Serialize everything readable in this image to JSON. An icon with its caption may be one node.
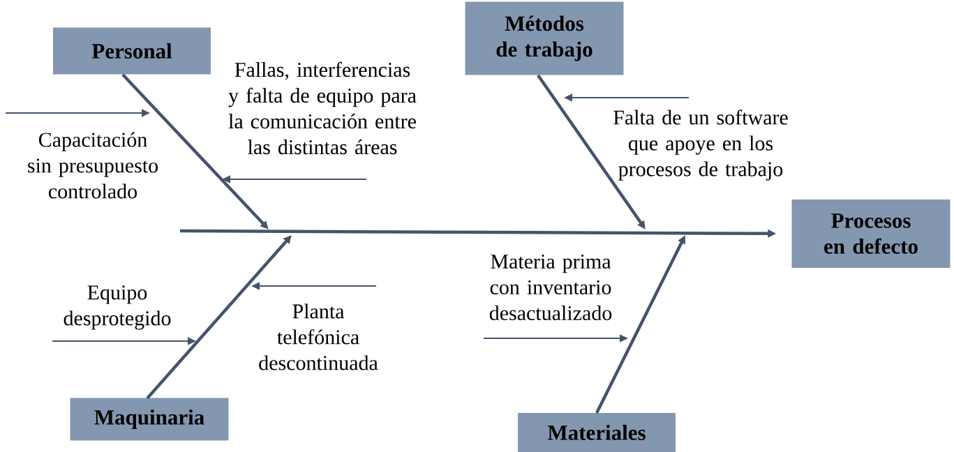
{
  "diagram": {
    "nodes": [
      {
        "text": [
          "Personal"
        ]
      },
      {
        "text": [
          "Métodos de trabajo"
        ]
      },
      {
        "text": [
          "Maquinaria"
        ]
      },
      {
        "text": [
          "Materiales"
        ]
      },
      {
        "text": [
          "Procesos en defecto"
        ]
      }
    ],
    "edges": [
      {
        "from": null,
        "to": 4,
        "arrow": "to"
      },
      {
        "from": 0,
        "to": null,
        "arrow": "to"
      },
      {
        "from": 1,
        "to": null,
        "arrow": "to"
      },
      {
        "from": 2,
        "to": null,
        "arrow": "to"
      },
      {
        "from": 3,
        "to": null,
        "arrow": "to"
      }
    ],
    "labels": [
      "Fallas, interferencias y falta de equipo para la comunicación entre las distintas áreas",
      "Capacitación sin presupuesto controlado",
      "Falta de un software que apoye en los procesos de trabajo",
      "Materia prima con inventario desactualizado",
      "Equipo desprotegido",
      "Planta telefónica descontinuada"
    ]
  }
}
